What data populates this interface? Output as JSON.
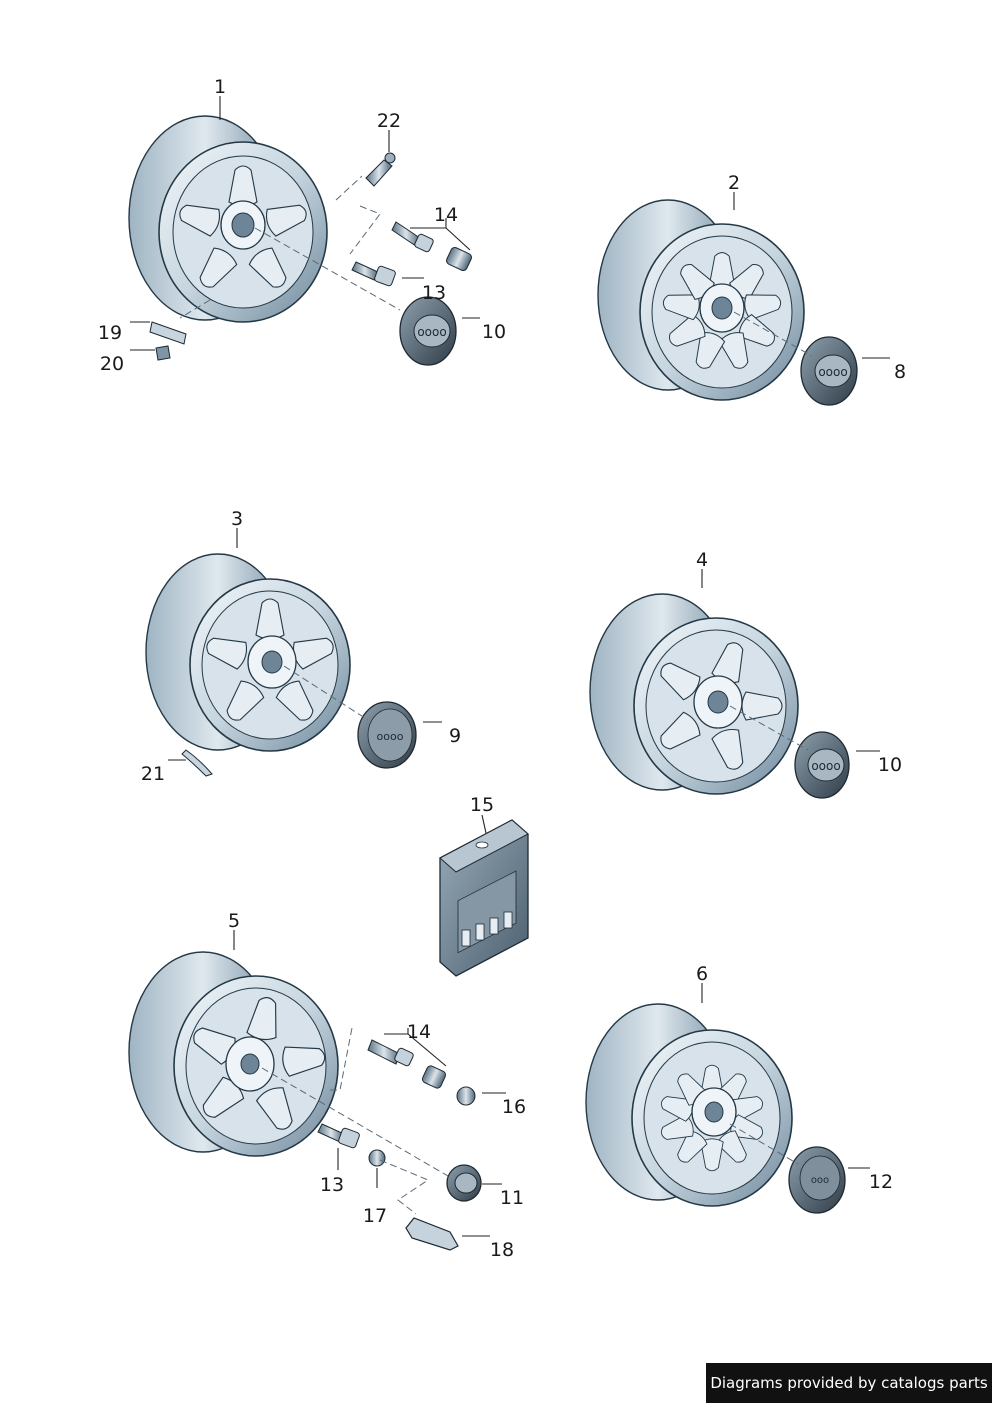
{
  "colors": {
    "rim_light": "#eef4f8",
    "rim_mid": "#b9cad6",
    "rim_dark": "#4e6a80",
    "outline": "#243846",
    "cap_dark": "#3b4a56"
  },
  "wheels": [
    {
      "label": "1"
    },
    {
      "label": "2"
    },
    {
      "label": "3"
    },
    {
      "label": "4"
    },
    {
      "label": "5"
    },
    {
      "label": "6"
    }
  ],
  "hub_caps": [
    {
      "label": "10"
    },
    {
      "label": "8"
    },
    {
      "label": "9"
    },
    {
      "label": "10"
    },
    {
      "label": "11"
    },
    {
      "label": "12"
    }
  ],
  "parts": {
    "valve": "22",
    "bolt_set_a": "14",
    "bolt_a": "13",
    "weight_a": "19",
    "weight_b": "20",
    "weight_c": "21",
    "lock_kit": "15",
    "bolt_set_b": "14",
    "bolt_b": "13",
    "cap_nut": "16",
    "cap_small": "17",
    "tool": "18"
  },
  "footer": {
    "credit": "Diagrams provided by catalogs parts"
  }
}
